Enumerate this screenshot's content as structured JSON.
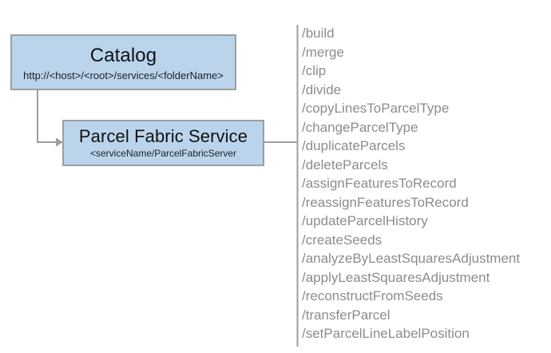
{
  "diagram": {
    "nodes": [
      {
        "id": "catalog",
        "title": "Catalog",
        "subtitle": "http://<host>/<root>/services/<folderName>"
      },
      {
        "id": "parcel-fabric-service",
        "title": "Parcel Fabric Service",
        "subtitle": "<serviceName/ParcelFabricServer"
      }
    ],
    "operations": [
      "/build",
      "/merge",
      "/clip",
      "/divide",
      "/copyLinesToParcelType",
      "/changeParcelType",
      "/duplicateParcels",
      "/deleteParcels",
      "/assignFeaturesToRecord",
      "/reassignFeaturesToRecord",
      "/updateParcelHistory",
      "/createSeeds",
      "/analyzeByLeastSquaresAdjustment",
      "/applyLeastSquaresAdjustment",
      "/reconstructFromSeeds",
      "/transferParcel",
      "/setParcelLineLabelPosition"
    ],
    "colors": {
      "node_fill": "#bad4ec",
      "node_border": "#9e9e9e",
      "connector": "#9e9e9e",
      "operation_text": "#8c8c8c",
      "node_text": "#111111",
      "background": "#ffffff"
    }
  }
}
